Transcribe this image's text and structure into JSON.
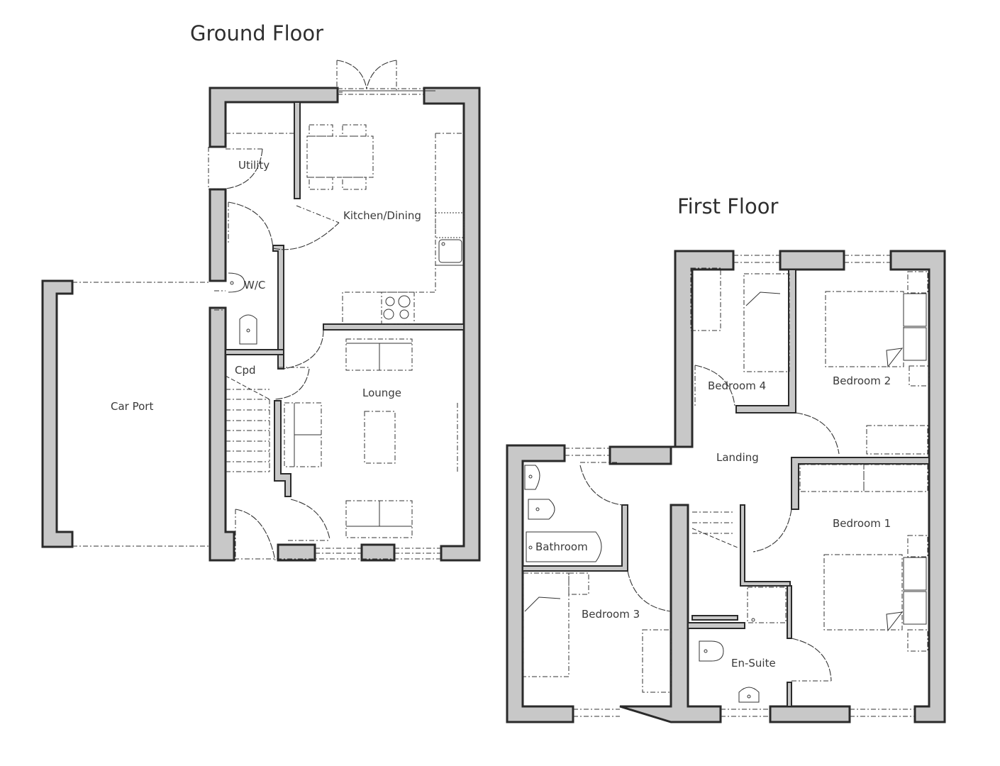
{
  "titles": {
    "ground_floor": "Ground Floor",
    "first_floor": "First Floor"
  },
  "ground_floor": {
    "rooms": [
      {
        "id": "utility",
        "label": "Utility"
      },
      {
        "id": "kitchen_dining",
        "label": "Kitchen/Dining"
      },
      {
        "id": "wc",
        "label": "W/C"
      },
      {
        "id": "cpd",
        "label": "Cpd"
      },
      {
        "id": "lounge",
        "label": "Lounge"
      },
      {
        "id": "car_port",
        "label": "Car Port"
      }
    ]
  },
  "first_floor": {
    "rooms": [
      {
        "id": "bedroom4",
        "label": "Bedroom 4"
      },
      {
        "id": "bedroom2",
        "label": "Bedroom 2"
      },
      {
        "id": "landing",
        "label": "Landing"
      },
      {
        "id": "bedroom1",
        "label": "Bedroom 1"
      },
      {
        "id": "bathroom",
        "label": "Bathroom"
      },
      {
        "id": "bedroom3",
        "label": "Bedroom 3"
      },
      {
        "id": "en_suite",
        "label": "En-Suite"
      }
    ]
  },
  "colors": {
    "wall_fill": "#c8c8c8",
    "wall_outline": "#2a2a2a",
    "background": "#ffffff"
  }
}
